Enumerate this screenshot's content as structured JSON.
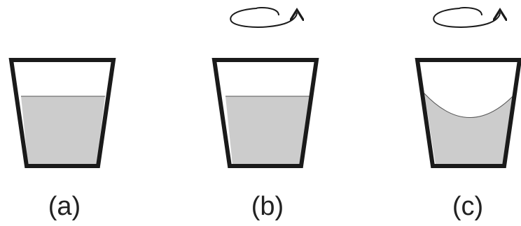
{
  "panels": [
    {
      "label": "(a)",
      "rotation_arrow": false,
      "surface": "flat"
    },
    {
      "label": "(b)",
      "rotation_arrow": true,
      "surface": "flat"
    },
    {
      "label": "(c)",
      "rotation_arrow": true,
      "surface": "curved"
    }
  ],
  "colors": {
    "outline": "#1a1a1a",
    "liquid": "#cccccc",
    "surface_line": "#555555",
    "background": "#ffffff"
  }
}
